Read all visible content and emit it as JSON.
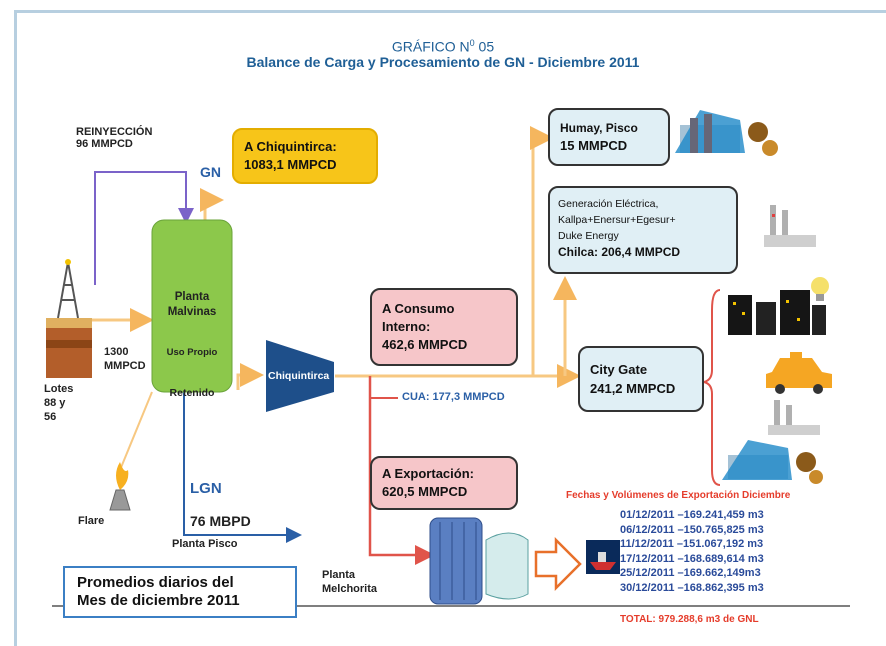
{
  "caption": {
    "line1": "GRÁFICO N",
    "line1_sup": "0",
    "line1_end": " 05",
    "line2": "Balance de Carga y Procesamiento de GN - Diciembre 2011"
  },
  "labels": {
    "reinyeccion_title": "REINYECCIÓN",
    "reinyeccion_value": "96 MMPCD",
    "gn": "GN",
    "lotes_value_1": "1300",
    "lotes_value_2": "MMPCD",
    "lotes_1": "Lotes",
    "lotes_2": "88 y",
    "lotes_3": "56",
    "flare": "Flare",
    "lgn": "LGN",
    "lgn_value": "76 MBPD",
    "planta_pisco": "Planta Pisco",
    "planta_melchorita_1": "Planta",
    "planta_melchorita_2": "Melchorita",
    "cua": "CUA: 177,3 MMPCD",
    "chiquintirca_node": "Chiquintirca"
  },
  "planta_malvinas": {
    "line1": "Planta",
    "line2": "Malvinas",
    "line3": "Uso Propio",
    "line4": "Retenido"
  },
  "boxes": {
    "a_chiquintirca": {
      "line1": "A Chiquintirca:",
      "line2": "1083,1 MMPCD"
    },
    "humay": {
      "line1": "Humay, Pisco",
      "line2": "15 MMPCD"
    },
    "generacion": {
      "line1": "Generación Eléctrica,",
      "line2": "Kallpa+Enersur+Egesur+",
      "line3": "Duke Energy",
      "line4": "Chilca: 206,4 MMPCD"
    },
    "consumo": {
      "line1": "A Consumo",
      "line2": "Interno:",
      "line3": "462,6 MMPCD"
    },
    "city_gate": {
      "line1": "City Gate",
      "line2": "241,2 MMPCD"
    },
    "exportacion": {
      "line1": "A Exportación:",
      "line2": "620,5 MMPCD"
    }
  },
  "export_list": {
    "title": "Fechas y Volúmenes de Exportación Diciembre",
    "items": [
      "01/12/2011 –169.241,459 m3",
      "06/12/2011 –150.765,825 m3",
      "11/12/2011 –151.067,192 m3",
      "17/12/2011 –168.689,614 m3",
      "25/12/2011 –169.662,149m3",
      "30/12/2011 –168.862,395 m3"
    ],
    "total": "TOTAL: 979.288,6 m3 de GNL"
  },
  "note": {
    "line1": "Promedios diarios del",
    "line2": "Mes de diciembre 2011"
  },
  "colors": {
    "caption": "#1f5f96",
    "flow_orange": "#f7c882",
    "flow_red": "#e0544a",
    "reinjection": "#7b63c9",
    "lgn": "#2a5fa6",
    "malvinas": "#8cc84b",
    "chiquintirca_node": "#1e4f8a"
  },
  "icons": [
    "oil-rig-icon",
    "flare-icon",
    "power-plant-gears-icon",
    "factory-icon",
    "city-buildings-icon",
    "light-bulb-icon",
    "taxi-icon",
    "lng-tank-icon",
    "ship-icon"
  ]
}
